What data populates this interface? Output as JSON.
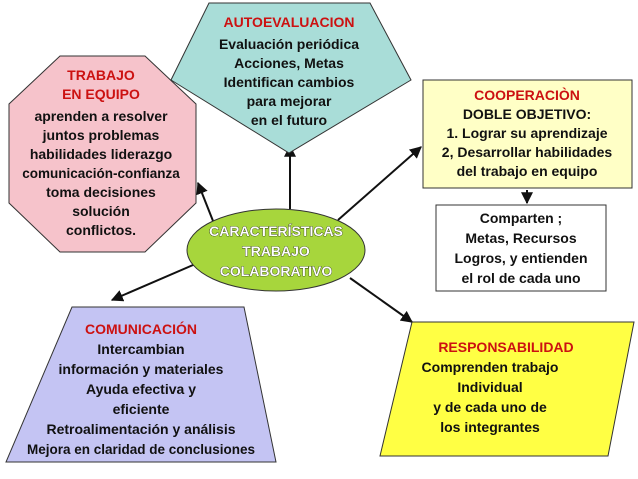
{
  "center": {
    "lines": [
      "CARACTERÍSTICAS",
      "TRABAJO",
      "COLABORATIVO"
    ]
  },
  "autoevaluacion": {
    "title": "AUTOEVALUACION",
    "lines": [
      "Evaluación periódica",
      "Acciones, Metas",
      "Identifican cambios",
      "para mejorar",
      "en el futuro"
    ]
  },
  "trabajo_equipo": {
    "title_lines": [
      "TRABAJO",
      "EN EQUIPO"
    ],
    "lines": [
      "aprenden a resolver",
      "juntos  problemas",
      "habilidades liderazgo",
      "comunicación-confianza",
      "toma  decisiones",
      "solución",
      "conflictos."
    ]
  },
  "cooperacion": {
    "title": "COOPERACIÒN",
    "lines": [
      "DOBLE OBJETIVO:",
      "1. Lograr su aprendizaje",
      "2,  Desarrollar habilidades",
      "del trabajo en equipo"
    ]
  },
  "comparten": {
    "lines": [
      "Comparten ;",
      "Metas,  Recursos",
      "Logros,  y entienden",
      "el rol de cada uno"
    ]
  },
  "comunicacion": {
    "title": "COMUNICACIÓN",
    "lines": [
      "Intercambian",
      "información y materiales",
      "Ayuda efectiva y",
      "eficiente",
      "Retroalimentación y análisis",
      "Mejora en claridad de conclusiones"
    ]
  },
  "responsabilidad": {
    "title": "RESPONSABILIDAD",
    "lines": [
      "Comprenden trabajo",
      "Individual",
      "y de cada uno de",
      "los integrantes"
    ]
  },
  "colors": {
    "autoevaluacion_fill": "#a9ddd8",
    "trabajo_fill": "#f6c3cb",
    "cooperacion_fill": "#ffffc6",
    "comparten_fill": "#ffffff",
    "comunicacion_fill": "#c4c4f3",
    "responsabilidad_fill": "#ffff44",
    "center_fill": "#a7d63c",
    "title_red": "#cc1111",
    "arrow": "#111111"
  }
}
